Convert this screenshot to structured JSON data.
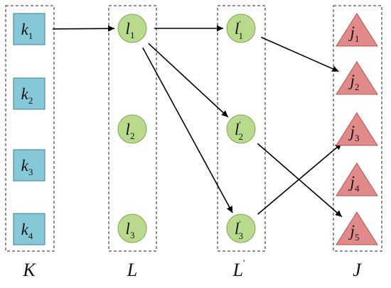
{
  "columns": [
    {
      "id": "K",
      "label": "K",
      "shape": "square",
      "nodes": [
        {
          "id": "k1",
          "base": "k",
          "sub": "1",
          "prime": false
        },
        {
          "id": "k2",
          "base": "k",
          "sub": "2",
          "prime": false
        },
        {
          "id": "k3",
          "base": "k",
          "sub": "3",
          "prime": false
        },
        {
          "id": "k4",
          "base": "k",
          "sub": "4",
          "prime": false
        }
      ]
    },
    {
      "id": "L",
      "label": "L",
      "shape": "circle",
      "nodes": [
        {
          "id": "l1",
          "base": "l",
          "sub": "1",
          "prime": false
        },
        {
          "id": "l2",
          "base": "l",
          "sub": "2",
          "prime": false
        },
        {
          "id": "l3",
          "base": "l",
          "sub": "3",
          "prime": false
        }
      ]
    },
    {
      "id": "Lp",
      "label": "L",
      "label_prime": "'",
      "shape": "circle",
      "nodes": [
        {
          "id": "lp1",
          "base": "l",
          "sub": "1",
          "prime": true
        },
        {
          "id": "lp2",
          "base": "l",
          "sub": "2",
          "prime": true
        },
        {
          "id": "lp3",
          "base": "l",
          "sub": "3",
          "prime": true
        }
      ]
    },
    {
      "id": "J",
      "label": "J",
      "shape": "triangle",
      "nodes": [
        {
          "id": "j1",
          "base": "j",
          "sub": "1",
          "prime": false
        },
        {
          "id": "j2",
          "base": "j",
          "sub": "2",
          "prime": false
        },
        {
          "id": "j3",
          "base": "j",
          "sub": "3",
          "prime": false
        },
        {
          "id": "j4",
          "base": "j",
          "sub": "4",
          "prime": false
        },
        {
          "id": "j5",
          "base": "j",
          "sub": "5",
          "prime": false
        }
      ]
    }
  ],
  "edges": [
    {
      "from": "k1",
      "to": "l1"
    },
    {
      "from": "l1",
      "to": "lp1"
    },
    {
      "from": "l1",
      "to": "lp2"
    },
    {
      "from": "l1",
      "to": "lp3"
    },
    {
      "from": "lp1",
      "to": "j2"
    },
    {
      "from": "lp2",
      "to": "j5"
    },
    {
      "from": "lp3",
      "to": "j3"
    }
  ],
  "colors": {
    "square_fill": "#86c8d8",
    "circle_fill": "#b9d98c",
    "triangle_fill": "#e08a8a",
    "arrow": "#000000"
  }
}
